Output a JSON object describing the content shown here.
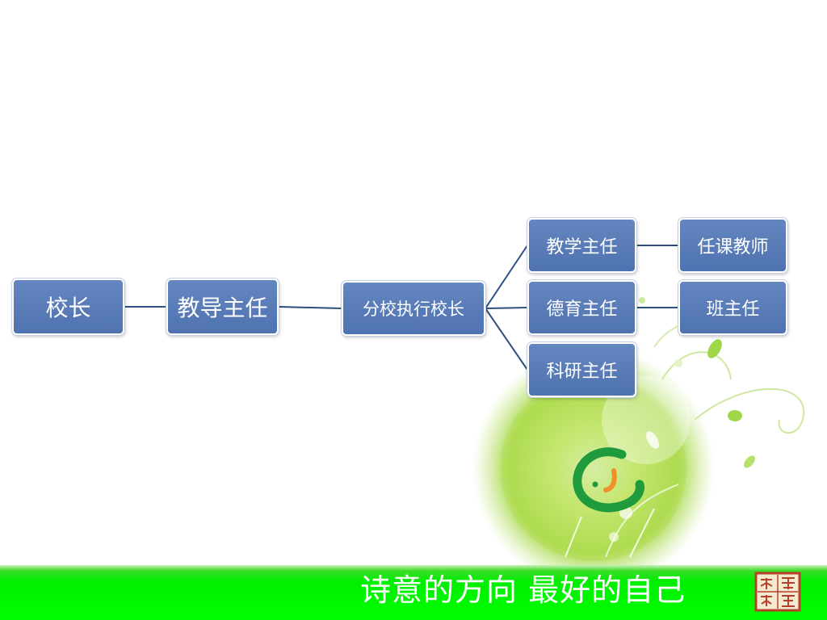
{
  "diagram": {
    "nodes": [
      {
        "id": "principal",
        "label": "校长"
      },
      {
        "id": "academic-director",
        "label": "教导主任"
      },
      {
        "id": "branch-principal",
        "label": "分校执行校长"
      },
      {
        "id": "teaching-director",
        "label": "教学主任"
      },
      {
        "id": "moral-director",
        "label": "德育主任"
      },
      {
        "id": "research-director",
        "label": "科研主任"
      },
      {
        "id": "subject-teacher",
        "label": "任课教师"
      },
      {
        "id": "class-teacher",
        "label": "班主任"
      }
    ],
    "edges": [
      {
        "from": "principal",
        "to": "academic-director"
      },
      {
        "from": "academic-director",
        "to": "branch-principal"
      },
      {
        "from": "branch-principal",
        "to": "teaching-director"
      },
      {
        "from": "branch-principal",
        "to": "moral-director"
      },
      {
        "from": "branch-principal",
        "to": "research-director"
      },
      {
        "from": "teaching-director",
        "to": "subject-teacher"
      },
      {
        "from": "moral-director",
        "to": "class-teacher"
      }
    ]
  },
  "footer": {
    "slogan": "诗意的方向  最好的自己"
  },
  "colors": {
    "node_fill": "#5a7dbb",
    "connector": "#2e4f7f",
    "footer_green": "#00ff00",
    "decoration_green": "#9fd64a",
    "logo_green": "#1f9a3c",
    "logo_orange": "#f0902a",
    "seal_red": "#b8402a"
  }
}
